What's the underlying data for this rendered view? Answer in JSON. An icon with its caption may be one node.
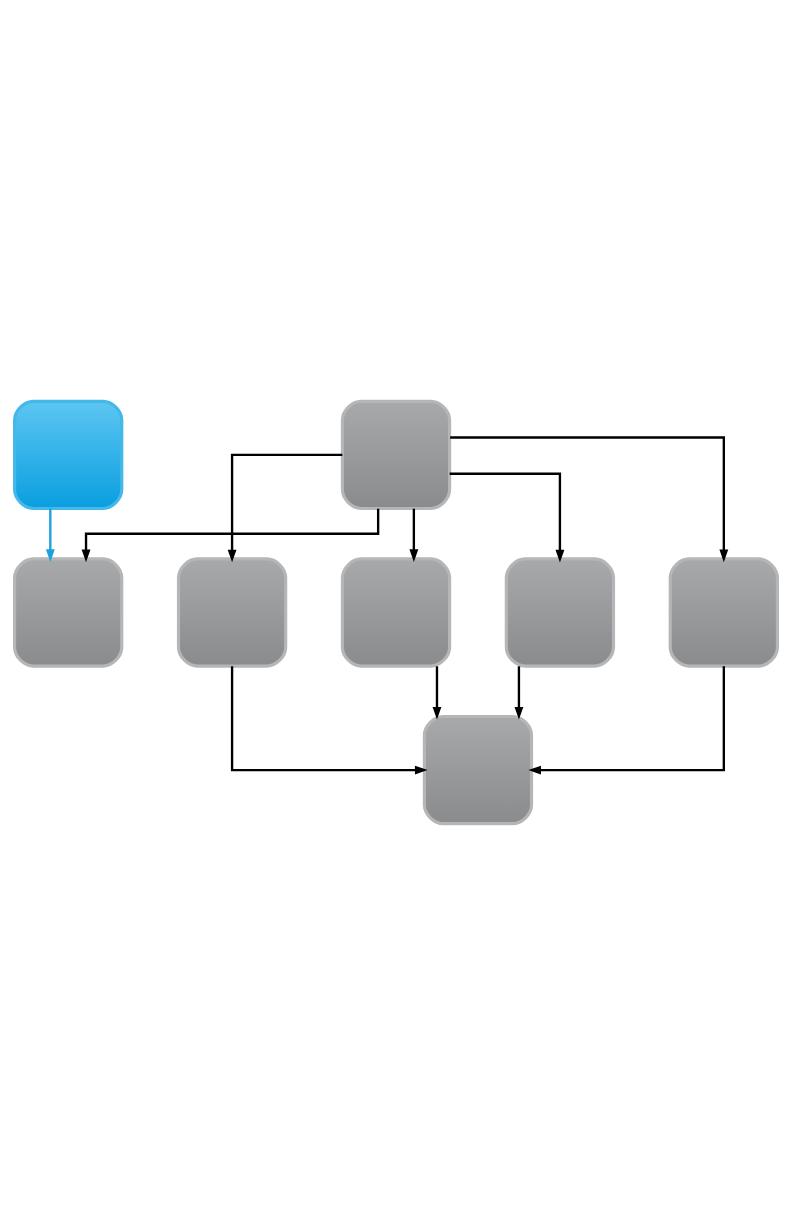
{
  "diagram": {
    "nodes": [
      {
        "text": [],
        "shape": "box"
      },
      {
        "text": [],
        "shape": "box"
      },
      {
        "text": [],
        "shape": "box"
      },
      {
        "text": [],
        "shape": "box"
      },
      {
        "text": [],
        "shape": "box"
      },
      {
        "text": [],
        "shape": "box"
      },
      {
        "text": [],
        "shape": "box"
      },
      {
        "text": [],
        "shape": "box"
      }
    ],
    "edges": [
      {
        "from": 0,
        "to": 2,
        "arrow": "to",
        "color": "#1ba1dc"
      },
      {
        "from": 1,
        "to": 2,
        "arrow": "to"
      },
      {
        "from": 1,
        "to": 3,
        "arrow": "to"
      },
      {
        "from": 1,
        "to": 4,
        "arrow": "to"
      },
      {
        "from": 1,
        "to": 5,
        "arrow": "to"
      },
      {
        "from": 1,
        "to": 6,
        "arrow": "to"
      },
      {
        "from": 3,
        "to": 7,
        "arrow": "to"
      },
      {
        "from": 4,
        "to": 7,
        "arrow": "to"
      },
      {
        "from": 5,
        "to": 7,
        "arrow": "to"
      },
      {
        "from": 6,
        "to": 7,
        "arrow": "to"
      }
    ]
  }
}
